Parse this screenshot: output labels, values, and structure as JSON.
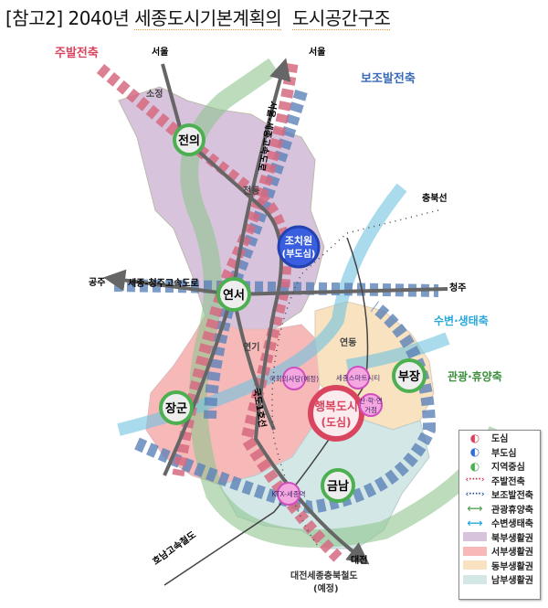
{
  "title": {
    "prefix": "[참고2] 2040년 ",
    "part1": "세종도시기본계획의",
    "part2": "도시공간구조"
  },
  "axes": {
    "main": "주발전축",
    "sub": "보조발전축",
    "water": "수변·생태축",
    "tourism": "관광·휴양축"
  },
  "directions": {
    "seoul_left": "서울",
    "seoul_right": "서울",
    "gongju": "공주",
    "cheongju": "청주",
    "daejeon": "대전",
    "chungbuk_line": "충북선"
  },
  "roads": {
    "seoul_sejong": "서울-세종고속도로",
    "sejong_cheongju": "세종-청주고속도로",
    "route1": "국도1호선",
    "honam": "호남고속철도",
    "daejeon_rail": "대전세종충북철도",
    "daejeon_rail_note": "(예정)"
  },
  "places": {
    "sojeong": "소정",
    "jeondong": "전동",
    "yeongi": "연기",
    "yeondong": "연동"
  },
  "nodes": {
    "jeonui": "전의",
    "yeonseo": "연서",
    "janggun": "장군",
    "bujang": "부장",
    "geumnam": "금남",
    "jochiwon": "조치원",
    "jochiwon_sub": "(부도심)",
    "happy": "행복도시",
    "happy_sub": "(도심)",
    "assembly": "국회의사당(예정)",
    "smartcity": "세종스마트시티",
    "research1": "산·학·연",
    "research2": "거점",
    "ktx": "KTX-세종역"
  },
  "legend": [
    {
      "label": "도심",
      "icon": "ring-red",
      "color": "#d9455f"
    },
    {
      "label": "부도심",
      "icon": "ring-blue",
      "color": "#2f6fd6"
    },
    {
      "label": "지역중심",
      "icon": "ring-green",
      "color": "#4caf50"
    },
    {
      "label": "주발전축",
      "icon": "dotted-arrow",
      "color": "#c8324a"
    },
    {
      "label": "보조발전축",
      "icon": "dotted-arrow",
      "color": "#1f4e9c"
    },
    {
      "label": "관광휴양축",
      "icon": "arrow",
      "color": "#5aa55a"
    },
    {
      "label": "수변생태축",
      "icon": "arrow",
      "color": "#2aa8dc"
    },
    {
      "label": "북부생활권",
      "icon": "swatch",
      "color": "#d8c3dc"
    },
    {
      "label": "서부생활권",
      "icon": "swatch",
      "color": "#f7b8b8"
    },
    {
      "label": "동부생활권",
      "icon": "swatch",
      "color": "#f8e2c0"
    },
    {
      "label": "남부생활권",
      "icon": "swatch",
      "color": "#d3e8e6"
    }
  ]
}
